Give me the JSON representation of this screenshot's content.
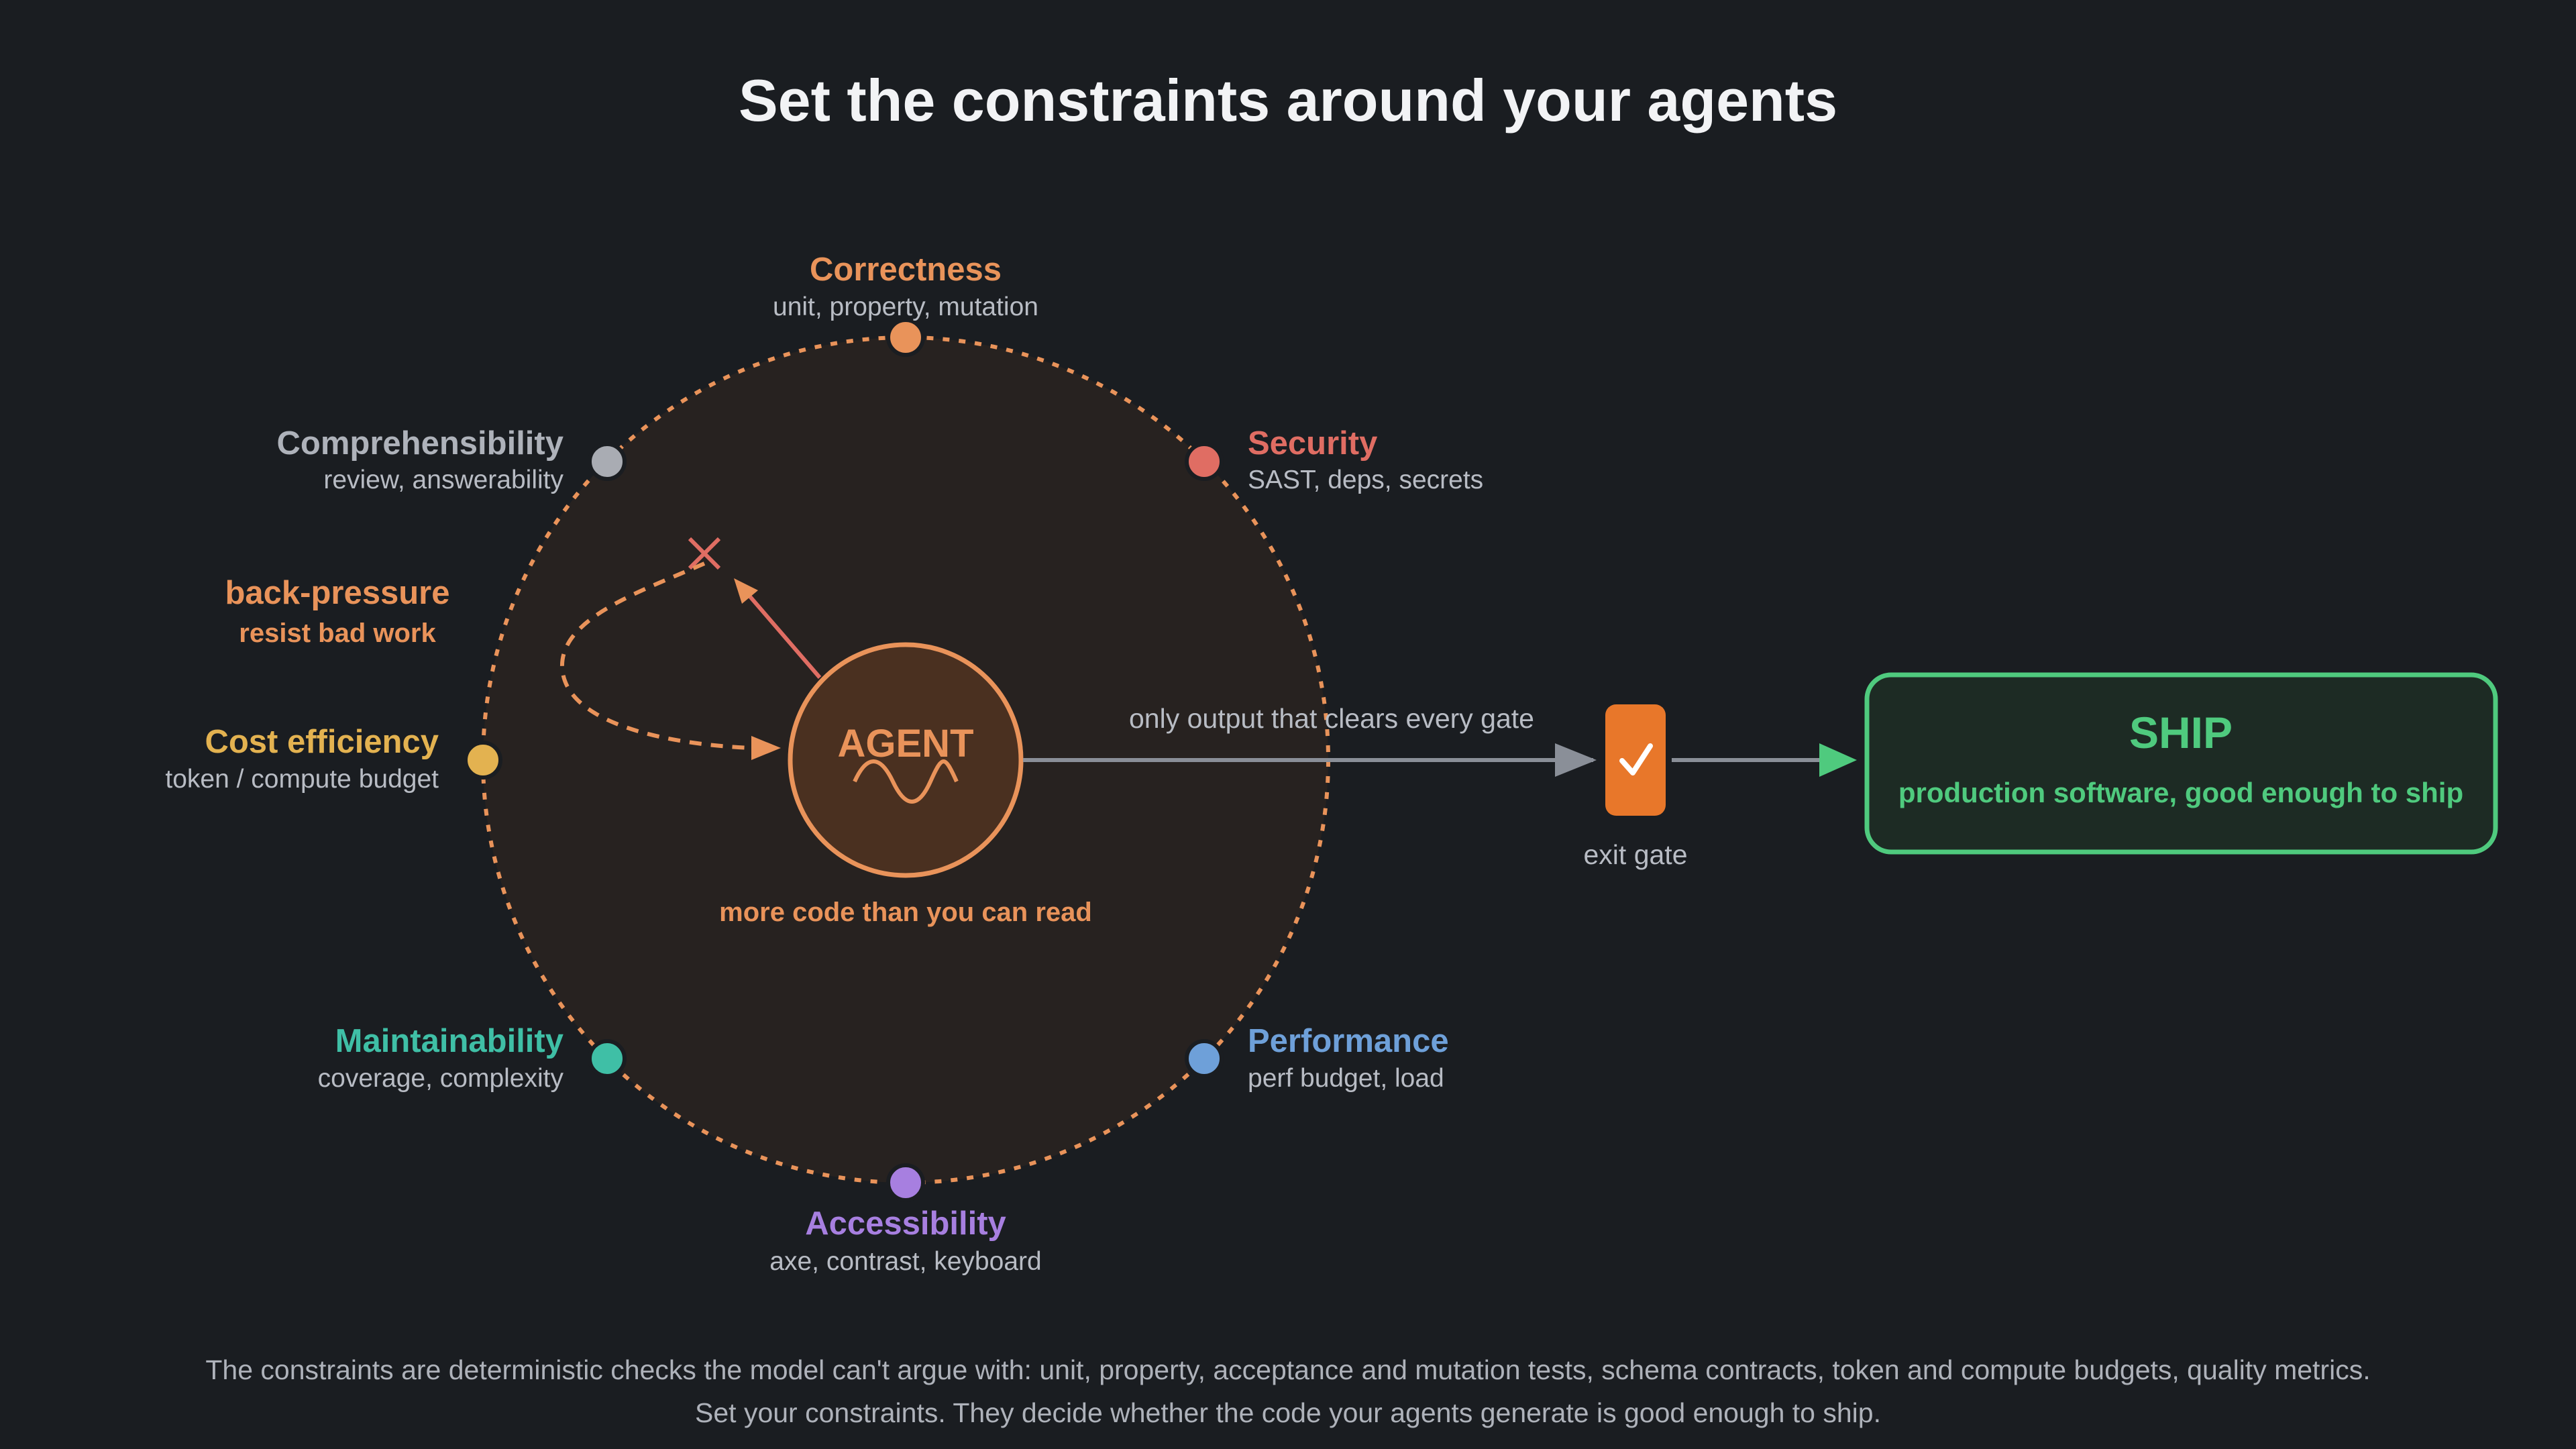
{
  "title": "Set the constraints around your agents",
  "colors": {
    "background": "#1a1d21",
    "orange": "#e9935a",
    "red": "#e06d63",
    "yellow": "#e3b250",
    "teal": "#3fbfa6",
    "blue": "#6ea0d9",
    "purple": "#a77fe0",
    "grey": "#aeb2ba",
    "green": "#4fca7e",
    "gate": "#e8772a"
  },
  "constraints": [
    {
      "name": "Correctness",
      "detail": "unit, property, mutation",
      "color": "#e9935a"
    },
    {
      "name": "Security",
      "detail": "SAST, deps, secrets",
      "color": "#e06d63"
    },
    {
      "name": "Performance",
      "detail": "perf budget, load",
      "color": "#6ea0d9"
    },
    {
      "name": "Accessibility",
      "detail": "axe, contrast, keyboard",
      "color": "#a77fe0"
    },
    {
      "name": "Maintainability",
      "detail": "coverage, complexity",
      "color": "#3fbfa6"
    },
    {
      "name": "Cost efficiency",
      "detail": "token / compute budget",
      "color": "#e3b250"
    },
    {
      "name": "Comprehensibility",
      "detail": "review, answerability",
      "color": "#a9acb3"
    }
  ],
  "backpressure": {
    "label": "back-pressure",
    "detail": "resist bad work"
  },
  "agent": {
    "label": "AGENT",
    "caption": "more code than you can read"
  },
  "flow": {
    "label": "only output that clears every gate"
  },
  "gate": {
    "label": "exit gate",
    "icon": "checkmark-icon"
  },
  "ship": {
    "label": "SHIP",
    "detail": "production software, good enough to ship"
  },
  "footer": {
    "line1": "The constraints are deterministic checks the model can't argue with: unit, property, acceptance and mutation tests, schema contracts, token and compute budgets, quality metrics.",
    "line2": "Set your constraints. They decide whether the code your agents generate is good enough to ship."
  }
}
